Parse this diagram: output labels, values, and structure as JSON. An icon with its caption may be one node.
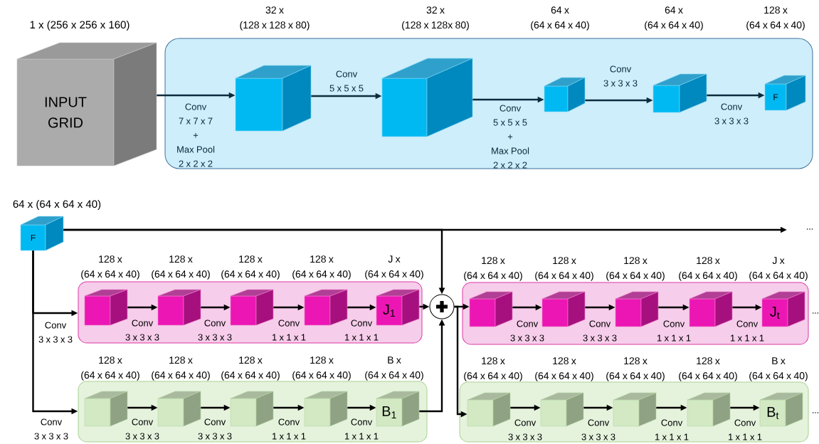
{
  "diagram": {
    "nodes": [
      {
        "text": [],
        "shape": "box"
      },
      {
        "text": [
          "INPUT GRID"
        ],
        "beside": [
          "1 x (256 x 256 x 160)"
        ]
      },
      {
        "text": [],
        "shape": "cube",
        "in": 0
      },
      {
        "text": [],
        "shape": "cube",
        "in": 0
      },
      {
        "text": [],
        "shape": "cube",
        "in": 0
      },
      {
        "text": [],
        "shape": "cube",
        "in": 0
      },
      {
        "text": [
          "F"
        ],
        "in": 0
      },
      {
        "text": [
          "F"
        ],
        "beside": [
          "64 x (64 x 64 x 40)"
        ]
      },
      {
        "text": [],
        "shape": "box"
      },
      {
        "text": [],
        "shape": "cube",
        "in": 8,
        "beside": [
          "128 x (64 x 64 x 40)"
        ]
      },
      {
        "text": [],
        "shape": "cube",
        "in": 8,
        "beside": [
          "128 x (64 x 64 x 40)"
        ]
      },
      {
        "text": [],
        "shape": "cube",
        "in": 8,
        "beside": [
          "128 x (64 x 64 x 40)"
        ]
      },
      {
        "text": [],
        "shape": "cube",
        "in": 8,
        "beside": [
          "128 x (64 x 64 x 40)"
        ]
      },
      {
        "text": [
          "J$_{1}$"
        ],
        "in": 8,
        "beside": [
          "J x (64 x 64 x 40)"
        ]
      },
      {
        "text": [],
        "shape": "box"
      },
      {
        "text": [],
        "shape": "cube",
        "in": 14,
        "beside": [
          "128 x (64 x 64 x 40)"
        ]
      },
      {
        "text": [],
        "shape": "cube",
        "in": 14,
        "beside": [
          "128 x (64 x 64 x 40)"
        ]
      },
      {
        "text": [],
        "shape": "cube",
        "in": 14,
        "beside": [
          "128 x (64 x 64 x 40)"
        ]
      },
      {
        "text": [],
        "shape": "cube",
        "in": 14,
        "beside": [
          "128 x (64 x 64 x 40)"
        ]
      },
      {
        "text": [
          "B$_{1}$"
        ],
        "in": 14,
        "beside": [
          "B x (64 x 64 x 40)"
        ]
      },
      {
        "text": [],
        "shape": "circle"
      },
      {
        "text": [],
        "shape": "box"
      },
      {
        "text": [],
        "shape": "cube",
        "in": 21,
        "beside": [
          "128 x (64 x 64 x 40)"
        ]
      },
      {
        "text": [],
        "shape": "cube",
        "in": 21,
        "beside": [
          "128 x (64 x 64 x 40)"
        ]
      },
      {
        "text": [],
        "shape": "cube",
        "in": 21,
        "beside": [
          "128 x (64 x 64 x 40)"
        ]
      },
      {
        "text": [],
        "shape": "cube",
        "in": 21,
        "beside": [
          "128 x (64 x 64 x 40)"
        ]
      },
      {
        "text": [
          "J$_{t}$"
        ],
        "in": 21,
        "beside": [
          "J x (64 x 64 x 40)"
        ]
      },
      {
        "text": [],
        "shape": "box"
      },
      {
        "text": [],
        "shape": "cube",
        "in": 27,
        "beside": [
          "128 x (64 x 64 x 40)"
        ]
      },
      {
        "text": [],
        "shape": "cube",
        "in": 27,
        "beside": [
          "128 x (64 x 64 x 40)"
        ]
      },
      {
        "text": [],
        "shape": "cube",
        "in": 27,
        "beside": [
          "128 x (64 x 64 x 40)"
        ]
      },
      {
        "text": [],
        "shape": "cube",
        "in": 27,
        "beside": [
          "128 x (64 x 64 x 40)"
        ]
      },
      {
        "text": [
          "B$_{t}$"
        ],
        "in": 27,
        "beside": [
          "B x (64 x 64 x 40)"
        ]
      }
    ],
    "edges": [
      {
        "from": 1,
        "to": 2,
        "arrow": "to",
        "label": "Conv 7 x 7 x 7 + Max Pool 2 x 2 x 2",
        "color": "#0d2b3e"
      },
      {
        "from": 2,
        "to": 3,
        "arrow": "to",
        "label": "Conv 5 x 5 x 5",
        "color": "#0d2b3e"
      },
      {
        "from": 3,
        "to": 4,
        "arrow": "to",
        "label": "Conv 5 x 5 x 5 + Max Pool 2 x 2 x 2",
        "color": "#0d2b3e"
      },
      {
        "from": 4,
        "to": 5,
        "arrow": "to",
        "label": "Conv 3 x 3 x 3",
        "color": "#0d2b3e"
      },
      {
        "from": 5,
        "to": 6,
        "arrow": "to",
        "label": "Conv 3 x 3 x 3",
        "color": "#0d2b3e"
      },
      {
        "from": 7,
        "to": null,
        "arrow": "to"
      },
      {
        "from": 7,
        "to": 20,
        "arrow": "to"
      },
      {
        "from": 7,
        "to": 8,
        "arrow": "to",
        "label": "Conv 3 x 3 x 3"
      },
      {
        "from": 7,
        "to": 14,
        "arrow": "to",
        "label": "Conv 3 x 3 x 3"
      },
      {
        "from": 9,
        "to": 10,
        "arrow": "to",
        "label": "Conv 3 x 3 x 3"
      },
      {
        "from": 10,
        "to": 11,
        "arrow": "to",
        "label": "Conv 3 x 3 x 3"
      },
      {
        "from": 11,
        "to": 12,
        "arrow": "to",
        "label": "Conv 1 x 1 x 1"
      },
      {
        "from": 12,
        "to": 13,
        "arrow": "to",
        "label": "Conv 1 x 1 x 1"
      },
      {
        "from": 13,
        "to": 20,
        "arrow": "to"
      },
      {
        "from": 15,
        "to": 16,
        "arrow": "to",
        "label": "Conv 3 x 3 x 3"
      },
      {
        "from": 16,
        "to": 17,
        "arrow": "to",
        "label": "Conv 3 x 3 x 3"
      },
      {
        "from": 17,
        "to": 18,
        "arrow": "to",
        "label": "Conv 1 x 1 x 1"
      },
      {
        "from": 18,
        "to": 19,
        "arrow": "to",
        "label": "Conv 1 x 1 x 1"
      },
      {
        "from": 19,
        "to": 20,
        "arrow": "to"
      },
      {
        "from": 20,
        "to": 22,
        "arrow": "to"
      },
      {
        "from": 20,
        "to": 28,
        "arrow": "to"
      },
      {
        "from": 22,
        "to": 23,
        "arrow": "to",
        "label": "Conv 3 x 3 x 3"
      },
      {
        "from": 23,
        "to": 24,
        "arrow": "to",
        "label": "Conv 3 x 3 x 3"
      },
      {
        "from": 24,
        "to": 25,
        "arrow": "to",
        "label": "Conv 1 x 1 x 1"
      },
      {
        "from": 25,
        "to": 26,
        "arrow": "to",
        "label": "Conv 1 x 1 x 1"
      },
      {
        "from": 28,
        "to": 29,
        "arrow": "to",
        "label": "Conv 3 x 3 x 3"
      },
      {
        "from": 29,
        "to": 30,
        "arrow": "to",
        "label": "Conv 3 x 3 x 3"
      },
      {
        "from": 30,
        "to": 31,
        "arrow": "to",
        "label": "Conv 1 x 1 x 1"
      },
      {
        "from": 31,
        "to": 32,
        "arrow": "to",
        "label": "Conv 1 x 1 x 1"
      }
    ],
    "labels": [
      "32 x (128 x 128 x 80)",
      "32 x (128 x 128x 80)",
      "64 x (64 x 64 x 40)",
      "64 x (64 x 64 x 40)",
      "128 x (64 x 64 x 40)",
      "...",
      "...",
      "..."
    ]
  }
}
